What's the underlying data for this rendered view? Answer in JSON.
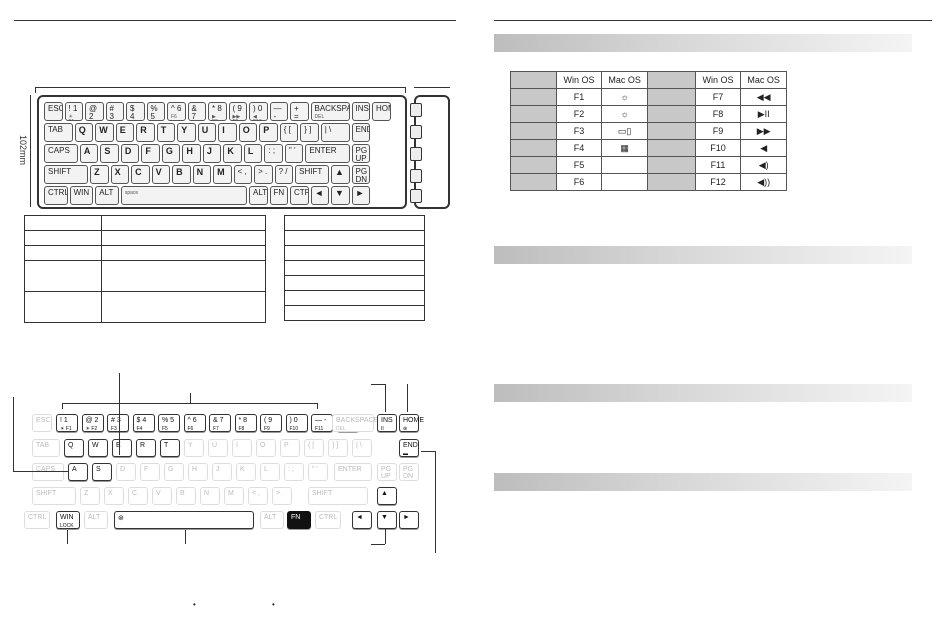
{
  "dimension_label": "102mm",
  "main_keyboard": {
    "rows": [
      [
        {
          "t": "ESC",
          "s": ""
        },
        {
          "t": "! 1",
          "s": "☀ F1"
        },
        {
          "t": "@ 2",
          "s": "☀ F2"
        },
        {
          "t": "# 3",
          "s": "▣ F3"
        },
        {
          "t": "$ 4",
          "s": "▦ F4"
        },
        {
          "t": "% 5",
          "s": "F5"
        },
        {
          "t": "^ 6",
          "s": "F6"
        },
        {
          "t": "& 7",
          "s": "◀◀ F7"
        },
        {
          "t": "* 8",
          "s": "▶ F8"
        },
        {
          "t": "( 9",
          "s": "▶▶ F9"
        },
        {
          "t": ") 0",
          "s": "◀ F10"
        },
        {
          "t": "— -",
          "s": "◀) F11"
        },
        {
          "t": "+ =",
          "s": "◀)) F12"
        },
        {
          "t": "BACKSPACE",
          "s": "DEL"
        },
        {
          "t": "INS",
          "s": ""
        },
        {
          "t": "HOME",
          "s": ""
        }
      ],
      [
        {
          "t": "TAB",
          "s": ""
        },
        {
          "t": "Q",
          "s": ""
        },
        {
          "t": "W",
          "s": ""
        },
        {
          "t": "E",
          "s": ""
        },
        {
          "t": "R",
          "s": ""
        },
        {
          "t": "T",
          "s": ""
        },
        {
          "t": "Y",
          "s": ""
        },
        {
          "t": "U",
          "s": ""
        },
        {
          "t": "I",
          "s": ""
        },
        {
          "t": "O",
          "s": ""
        },
        {
          "t": "P",
          "s": ""
        },
        {
          "t": "{ [",
          "s": ""
        },
        {
          "t": "} ]",
          "s": ""
        },
        {
          "t": "| \\",
          "s": ""
        },
        {
          "t": "END",
          "s": ""
        }
      ],
      [
        {
          "t": "CAPS",
          "s": ""
        },
        {
          "t": "A",
          "s": ""
        },
        {
          "t": "S",
          "s": ""
        },
        {
          "t": "D",
          "s": ""
        },
        {
          "t": "F",
          "s": ""
        },
        {
          "t": "G",
          "s": ""
        },
        {
          "t": "H",
          "s": ""
        },
        {
          "t": "J",
          "s": ""
        },
        {
          "t": "K",
          "s": ""
        },
        {
          "t": "L",
          "s": ""
        },
        {
          "t": ": ;",
          "s": ""
        },
        {
          "t": "\" '",
          "s": ""
        },
        {
          "t": "ENTER",
          "s": ""
        },
        {
          "t": "PG UP",
          "s": ""
        }
      ],
      [
        {
          "t": "SHIFT",
          "s": ""
        },
        {
          "t": "Z",
          "s": ""
        },
        {
          "t": "X",
          "s": ""
        },
        {
          "t": "C",
          "s": ""
        },
        {
          "t": "V",
          "s": ""
        },
        {
          "t": "B",
          "s": ""
        },
        {
          "t": "N",
          "s": ""
        },
        {
          "t": "M",
          "s": ""
        },
        {
          "t": "< ,",
          "s": ""
        },
        {
          "t": "> .",
          "s": ""
        },
        {
          "t": "? /",
          "s": ""
        },
        {
          "t": "SHIFT",
          "s": ""
        },
        {
          "t": "▲",
          "s": ""
        },
        {
          "t": "PG DN",
          "s": ""
        }
      ],
      [
        {
          "t": "CTRL",
          "s": ""
        },
        {
          "t": "WIN",
          "s": ""
        },
        {
          "t": "ALT",
          "s": ""
        },
        {
          "t": "",
          "s": "space"
        },
        {
          "t": "ALT",
          "s": ""
        },
        {
          "t": "FN",
          "s": ""
        },
        {
          "t": "CTRL",
          "s": ""
        },
        {
          "t": "◄",
          "s": ""
        },
        {
          "t": "▼",
          "s": ""
        },
        {
          "t": "►",
          "s": ""
        }
      ]
    ]
  },
  "fn_keyboard": {
    "num_row": [
      {
        "t": "! 1",
        "s": "☀ F1"
      },
      {
        "t": "@ 2",
        "s": "☀ F2"
      },
      {
        "t": "# 3",
        "s": "F3"
      },
      {
        "t": "$ 4",
        "s": "F4"
      },
      {
        "t": "% 5",
        "s": "F5"
      },
      {
        "t": "^ 6",
        "s": "F6"
      },
      {
        "t": "& 7",
        "s": "F7"
      },
      {
        "t": "* 8",
        "s": "F8"
      },
      {
        "t": "( 9",
        "s": "F9"
      },
      {
        "t": ") 0",
        "s": "F10"
      },
      {
        "t": "— -",
        "s": "F11"
      },
      {
        "t": "+ =",
        "s": "F12"
      }
    ],
    "ins": {
      "t": "INS",
      "s": "II"
    },
    "home": {
      "t": "HOME",
      "s": "⊛"
    },
    "end": {
      "t": "END",
      "s": "▬"
    },
    "qwert": [
      {
        "t": "Q",
        "s": ""
      },
      {
        "t": "W",
        "s": ""
      },
      {
        "t": "E",
        "s": ""
      },
      {
        "t": "R",
        "s": ""
      },
      {
        "t": "T",
        "s": ""
      }
    ],
    "as": [
      {
        "t": "A",
        "s": ""
      },
      {
        "t": "S",
        "s": ""
      }
    ],
    "win": {
      "t": "WIN",
      "s": "LOCK"
    },
    "fn": {
      "t": "FN",
      "s": ""
    },
    "arrows": [
      {
        "t": "▲",
        "s": ""
      },
      {
        "t": "◄",
        "s": ""
      },
      {
        "t": "▼",
        "s": ""
      },
      {
        "t": "►",
        "s": ""
      }
    ]
  },
  "fn_table": {
    "header": [
      "",
      "Win OS",
      "Mac OS",
      "",
      "Win OS",
      "Mac OS"
    ],
    "rows": [
      [
        "",
        "F1",
        "☼",
        "",
        "F7",
        "◀◀"
      ],
      [
        "",
        "F2",
        "☼",
        "",
        "F8",
        "▶II"
      ],
      [
        "",
        "F3",
        "▭▯",
        "",
        "F9",
        "▶▶"
      ],
      [
        "",
        "F4",
        "▦",
        "",
        "F10",
        "◀"
      ],
      [
        "",
        "F5",
        "",
        "",
        "F11",
        "◀)"
      ],
      [
        "",
        "F6",
        "",
        "",
        "F12",
        "◀))"
      ]
    ]
  }
}
